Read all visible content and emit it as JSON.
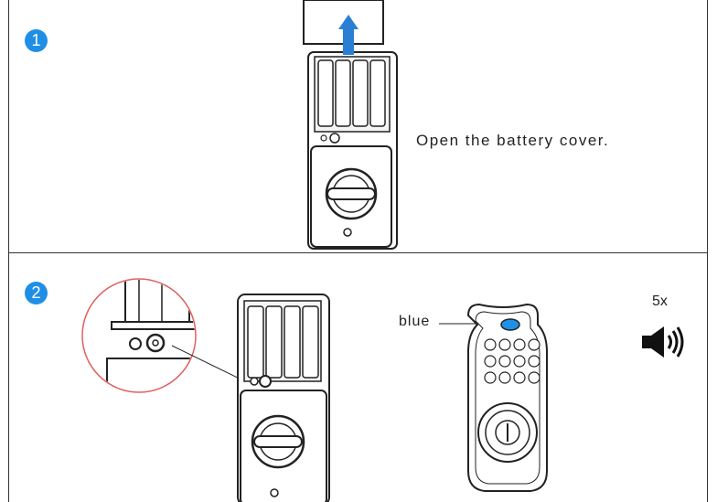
{
  "step1": {
    "number": "1",
    "instruction": "Open the battery cover."
  },
  "step2": {
    "number": "2",
    "indicator_label": "blue",
    "beep_count": "5x"
  },
  "icons": {
    "arrow": "up-arrow-icon",
    "speaker": "speaker-sound-icon"
  },
  "colors": {
    "badge": "#1f8fe6",
    "led": "#1e90e8",
    "arrow": "#2a7fd4",
    "magnifier_circle": "#e06060"
  }
}
